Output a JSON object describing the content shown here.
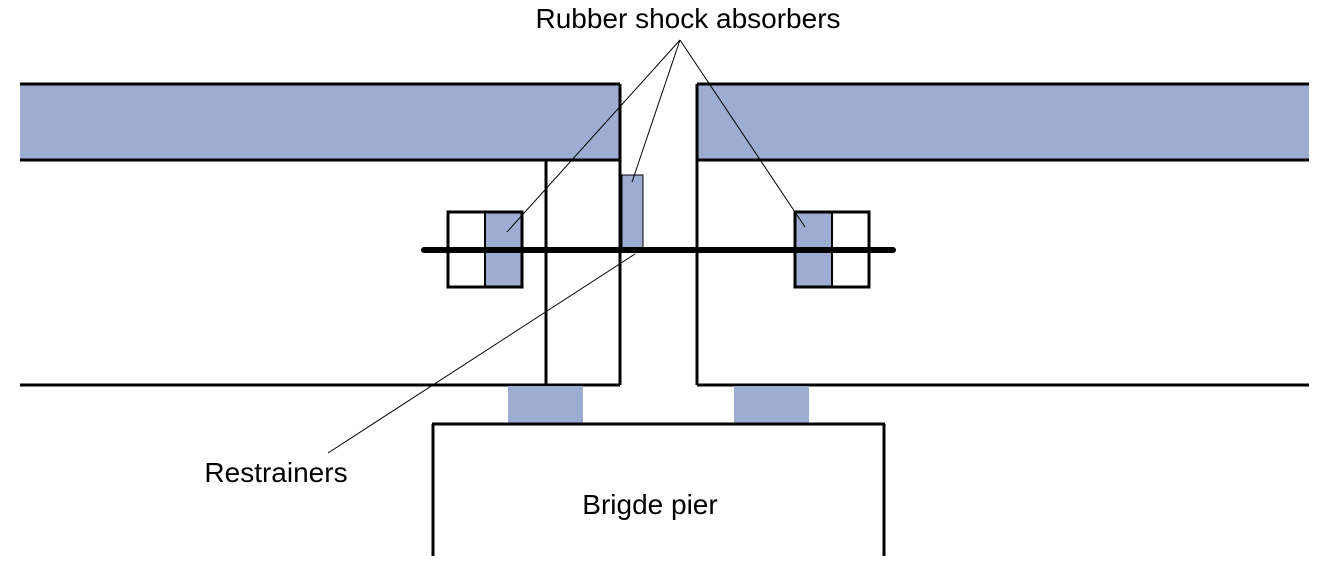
{
  "labels": {
    "rubber_shock_absorbers": "Rubber shock absorbers",
    "restrainers": "Restrainers",
    "bridge_pier": "Brigde pier"
  },
  "colors": {
    "fill": "#9cadd1",
    "stroke": "#000000",
    "background": "#ffffff"
  }
}
